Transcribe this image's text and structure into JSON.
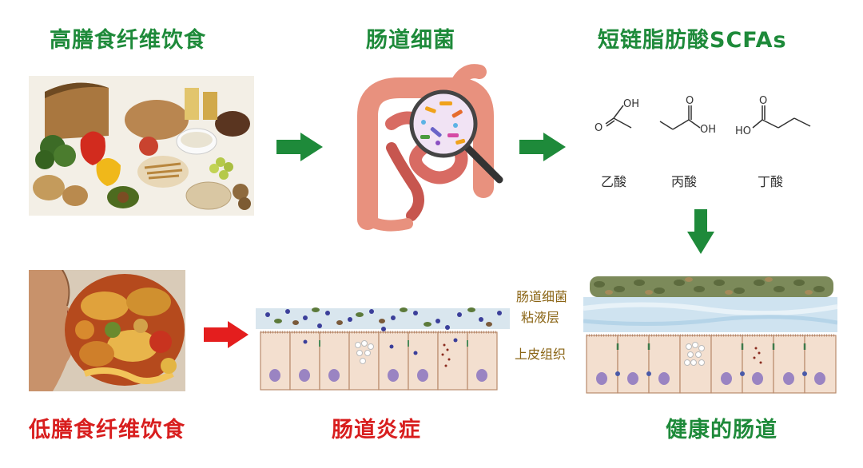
{
  "top_row": {
    "high_fiber_title": "高膳食纤维饮食",
    "gut_bacteria_title": "肠道细菌",
    "scfa_title": "短链脂肪酸SCFAs"
  },
  "molecules": [
    {
      "name": "乙酸",
      "oh_label": "OH",
      "o_label": "O"
    },
    {
      "name": "丙酸",
      "oh_label": "OH",
      "o_label": "O"
    },
    {
      "name": "丁酸",
      "oh_label": "HO",
      "o_label": "O"
    }
  ],
  "bottom_row": {
    "low_fiber_title": "低膳食纤维饮食",
    "inflammation_title": "肠道炎症",
    "healthy_title": "健康的肠道"
  },
  "layer_labels": {
    "bacteria": "肠道细菌",
    "mucus": "粘液层",
    "epithelium": "上皮组织"
  },
  "colors": {
    "green_title": "#1e8a3a",
    "red_title": "#d81e1e",
    "green_arrow": "#1e8a3a",
    "red_arrow": "#e41e1e"
  }
}
